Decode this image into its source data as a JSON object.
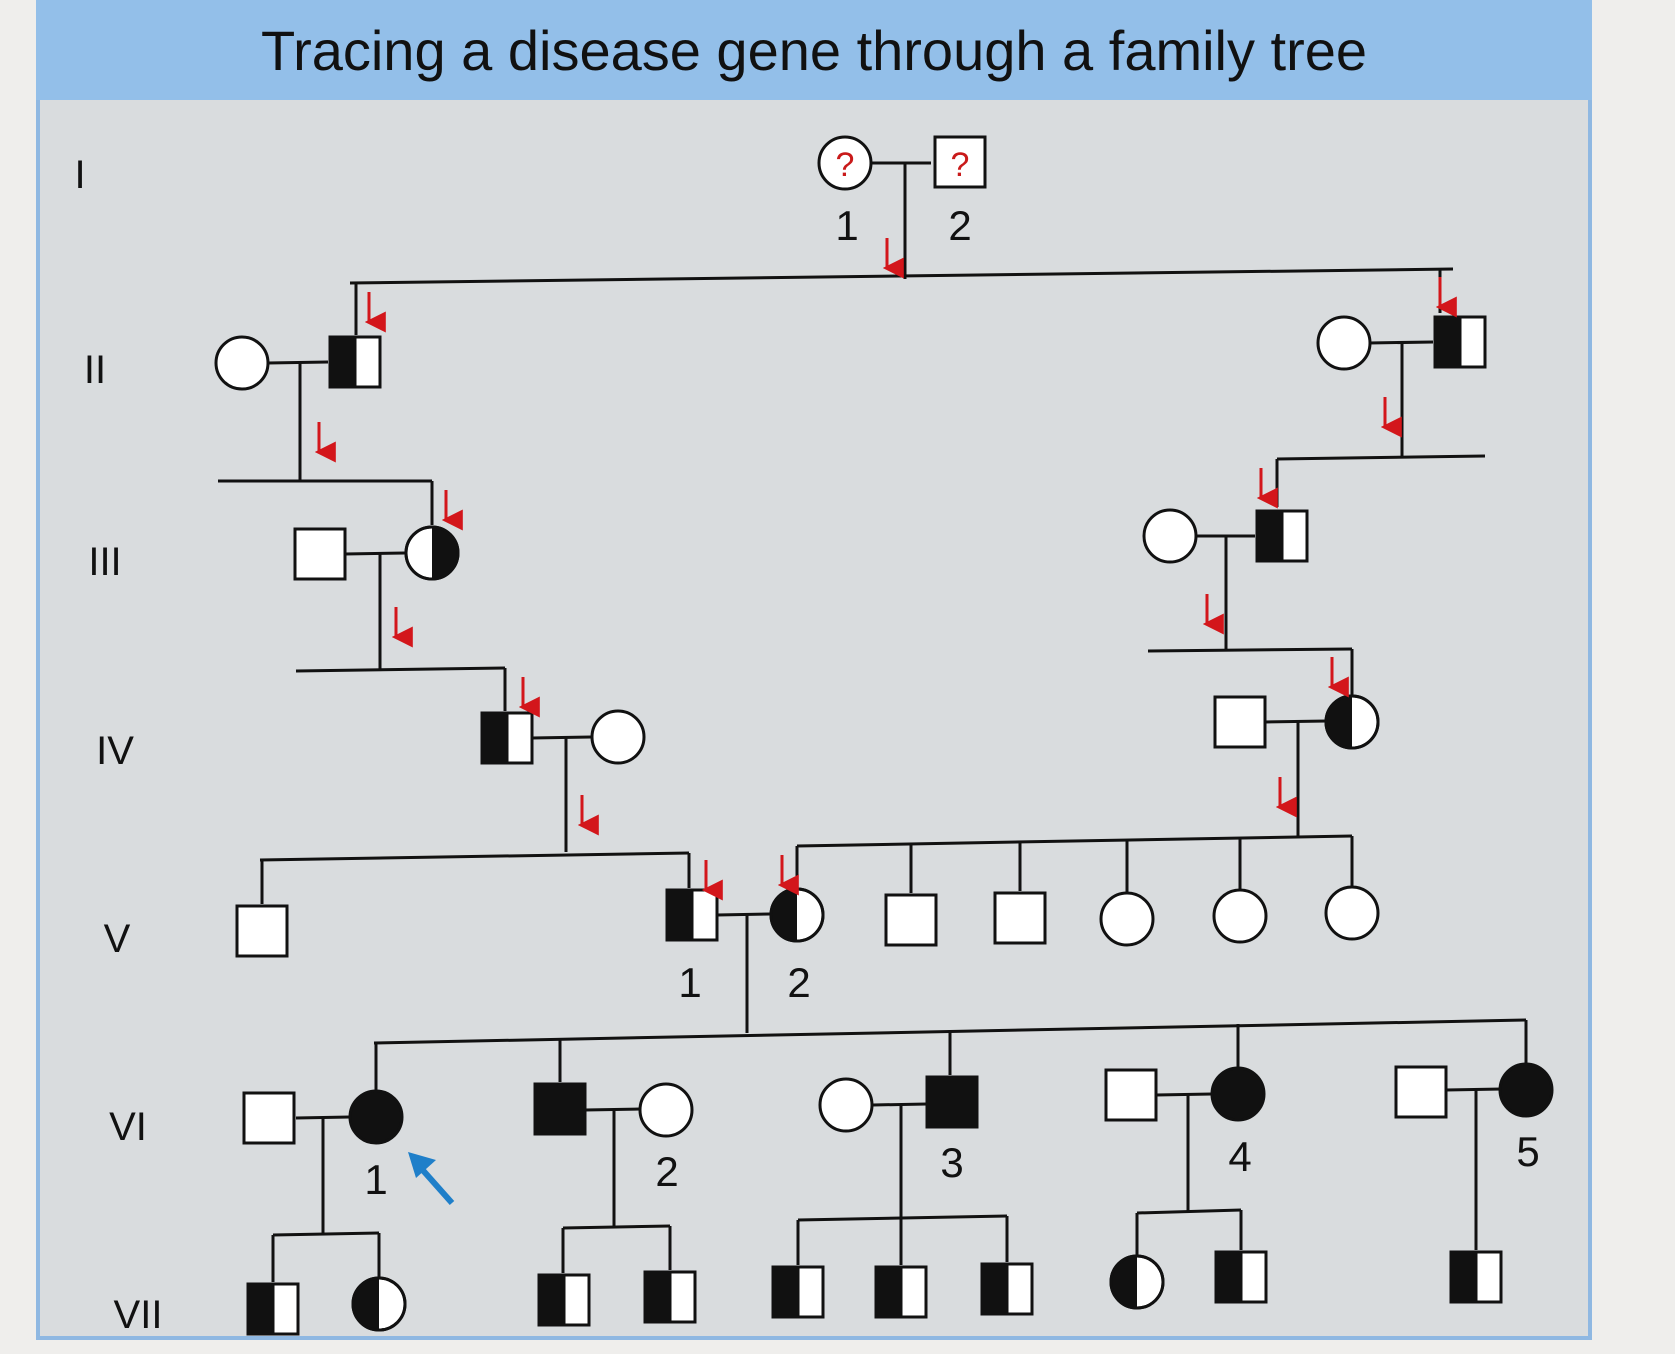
{
  "title": "Tracing a disease gene through a family tree",
  "generations": [
    "I",
    "II",
    "III",
    "IV",
    "V",
    "VI",
    "VII"
  ],
  "unknown_mark": "?",
  "individual_numbers": {
    "I": [
      "1",
      "2"
    ],
    "V": [
      "1",
      "2"
    ],
    "VI": [
      "1",
      "2",
      "3",
      "4",
      "5"
    ]
  },
  "colors": {
    "arrow_red": "#d3161b",
    "proband_arrow_blue": "#1f7fc9",
    "title_band": "#93bfe9",
    "panel": "#d9dcde"
  },
  "symbol_key": {
    "square": "male",
    "circle": "female",
    "filled": "affected",
    "half_filled": "carrier",
    "empty": "unaffected",
    "question": "unknown"
  }
}
